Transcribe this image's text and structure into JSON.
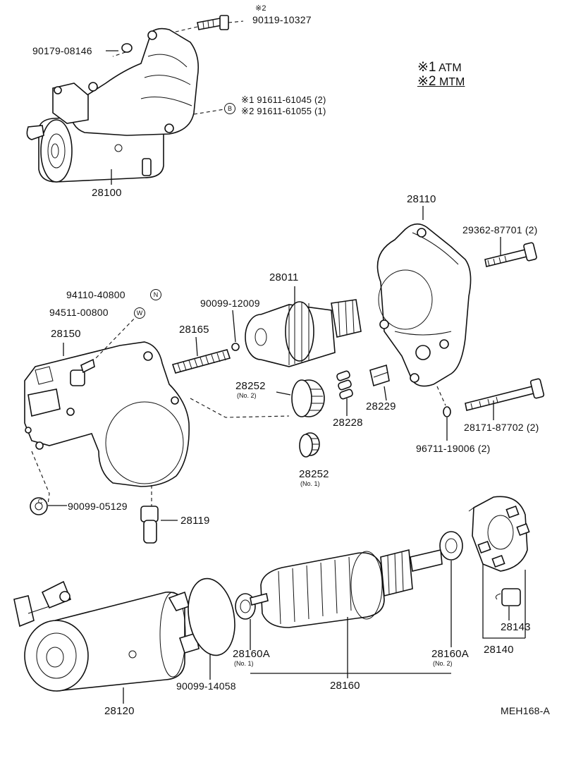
{
  "legend": [
    {
      "mark": "※1",
      "text": "ATM"
    },
    {
      "mark": "※2",
      "text": "MTM"
    }
  ],
  "labels": {
    "star2_top": "※2",
    "p90119": "90119-10327",
    "p90179": "90179-08146",
    "p91611a": "※1 91611-61045 (2)",
    "p91611b": "※2 91611-61055 (1)",
    "p28100": "28100",
    "p28110": "28110",
    "p29362": "29362-87701 (2)",
    "p28011": "28011",
    "p94110": "94110-40800",
    "p94511": "94511-00800",
    "p90099_12009": "90099-12009",
    "p28150": "28150",
    "p28165": "28165",
    "p28252_2": "28252",
    "p28252_2_sub": "(No. 2)",
    "p28228": "28228",
    "p28229": "28229",
    "p28171": "28171-87702 (2)",
    "p96711": "96711-19006 (2)",
    "p28252_1": "28252",
    "p28252_1_sub": "(No. 1)",
    "p90099_05129": "90099-05129",
    "p28119": "28119",
    "p28160A_1": "28160A",
    "p28160A_1_sub": "(No. 1)",
    "p28160A_2": "28160A",
    "p28160A_2_sub": "(No. 2)",
    "p28143": "28143",
    "p28140": "28140",
    "p90099_14058": "90099-14058",
    "p28160": "28160",
    "p28120": "28120",
    "code": "MEH168-A"
  },
  "markers": {
    "b": "B",
    "n": "N",
    "w": "W",
    "c": "C"
  }
}
